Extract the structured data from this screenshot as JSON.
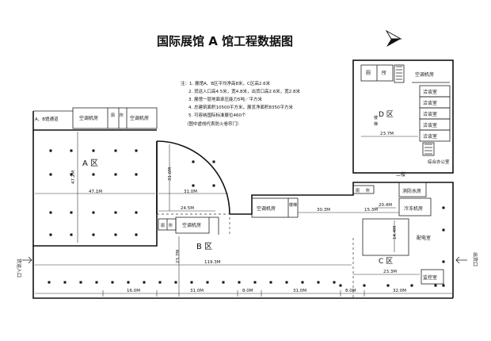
{
  "title": "国际展馆 A 馆工程数据图",
  "notes": [
    "注：1. 展馆A、B区平均净高8米，C区高2.6米",
    "2. 货运入口高4.5米，宽4.8米，出货口高2.6米，宽2.8米",
    "3. 展馆一层地面承压能力5吨／平方米",
    "4. 总建筑面积10500平方米，展览净面积8350平方米",
    "5. 可容纳国际标准展位460个",
    "（图中虚线代表防火卷帘门）"
  ],
  "zones": {
    "a": "A 区",
    "b": "B 区",
    "c": "C 区",
    "d": "D 区"
  },
  "rooms": {
    "ab_corridor": "A、B馆通道",
    "ac_1": "空调机房",
    "ac_2": "空调机房",
    "ac_3": "空调机房",
    "ac_4": "空调机房",
    "ac_d": "空调机房",
    "wc": "厕",
    "suo": "所",
    "fire_pump": "消防水房",
    "cold_room": "冷冻机房",
    "power_room": "配电室",
    "control_room": "监控室",
    "office": "综合办公室",
    "second_floor": "二楼",
    "meeting": "洽谈室",
    "stair": "楼梯",
    "lou": "楼",
    "ti": "梯"
  },
  "dimensions": {
    "a_height": "47.2M",
    "a_width": "47.1M",
    "mid_height": "31.6M",
    "mid_width": "31.0M",
    "b_top": "24.5M",
    "right_30": "30.3M",
    "c_15": "15.3M",
    "c_20": "20.4M",
    "c_14": "14.4M",
    "b_width": "119.3M",
    "b_height": "23.7M",
    "c_width": "23.3M",
    "d_width": "23.7M",
    "bottom_1": "16.0M",
    "bottom_2": "31.0M",
    "bottom_3": "8.0M",
    "bottom_4": "31.0M",
    "bottom_5": "8.0M",
    "bottom_6": "32.0M"
  },
  "labels": {
    "entry_left": "货运入口",
    "exit_right": "出货口"
  },
  "icons": {
    "north": "north-arrow-icon"
  }
}
